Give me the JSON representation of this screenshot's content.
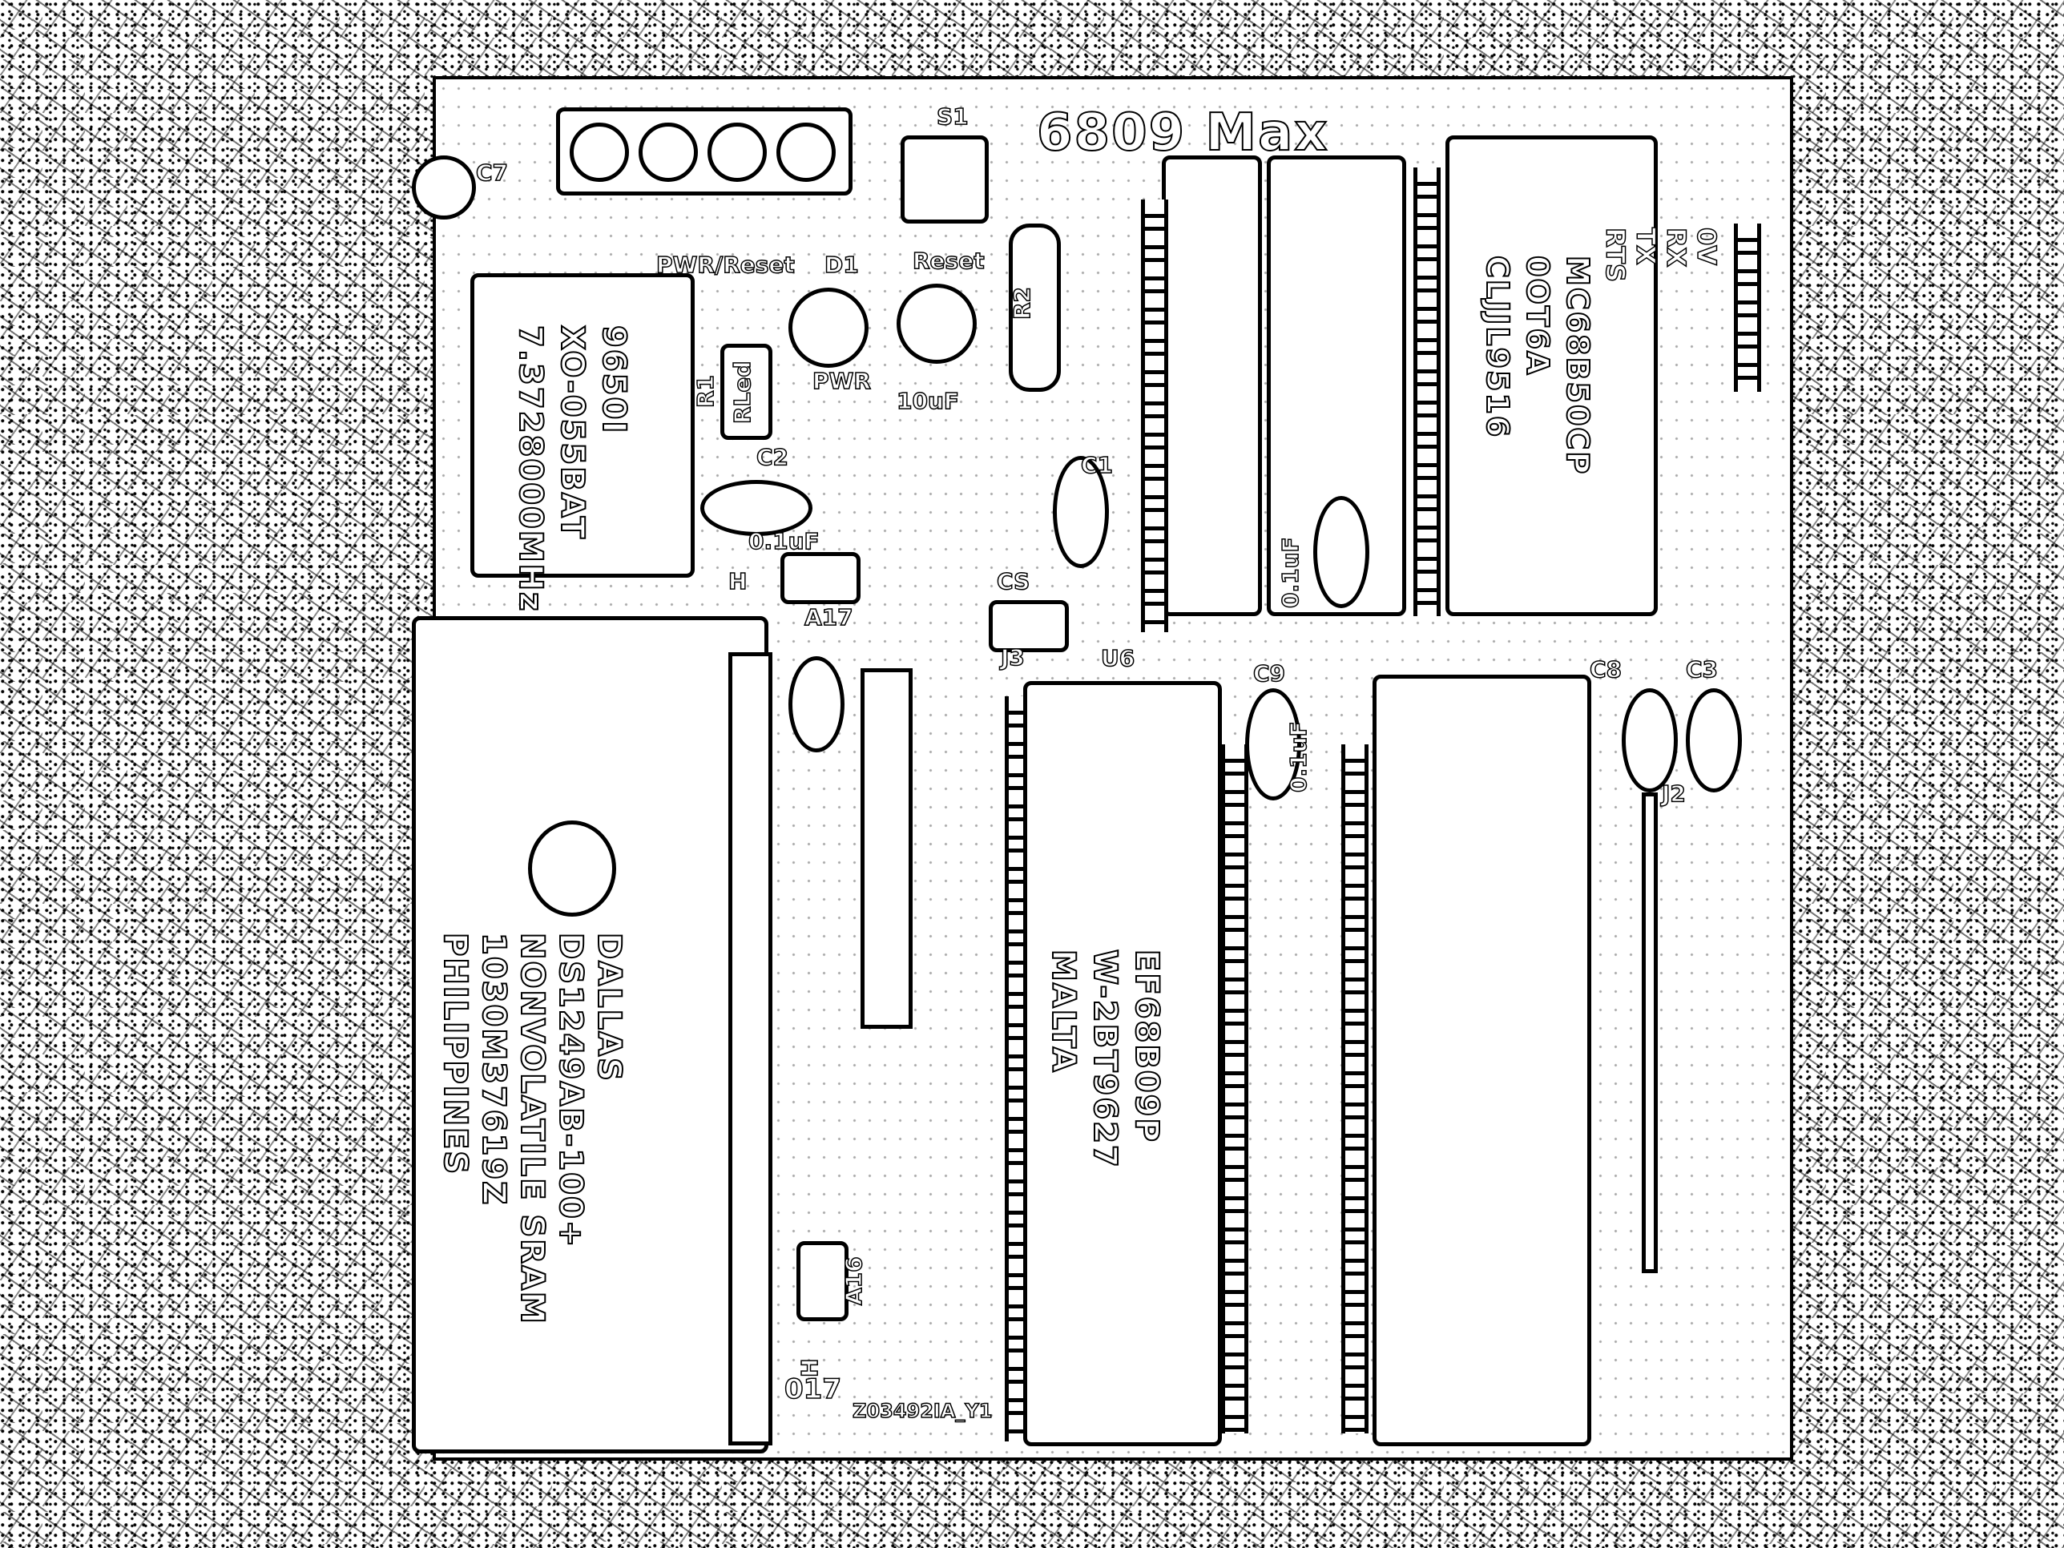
{
  "board": {
    "title": "6809 Max",
    "labels": {
      "switch": "S1",
      "terminal": "PWR/Reset",
      "diode": "D1",
      "reset": "Reset",
      "resistor2": "R2",
      "pwr": "PWR",
      "cap_10uf": "10uF",
      "resistor1": "R1",
      "r1_value": "RLed",
      "c7": "C7",
      "c2": "C2",
      "c2_value": "0.1uF",
      "c1": "C1",
      "jumper_h": "H",
      "a17": "A17",
      "cs": "CS",
      "j3": "J3",
      "u6": "U6",
      "c9": "C9",
      "c9_value": "0.1uF",
      "c8": "C8",
      "c3": "C3",
      "j2": "J2",
      "a16": "A16",
      "h2": "H",
      "bottom_code": "017",
      "bottom_serial": "Z03492IA_Y1",
      "serial_header": "0V RX TX RTS",
      "cap_u_value": "0.1uF"
    },
    "crystal": [
      "9650I",
      "XO-055BAT",
      "7.3728000MHz"
    ],
    "sram": [
      "DALLAS",
      "DS1249AB-100+",
      "NONVOLATILE SRAM",
      "1030M37619Z",
      "PHILIPPINES"
    ],
    "cpu": [
      "EF68B09P",
      "W-2BT9627",
      "MALTA"
    ],
    "acia": [
      "MC68B50CP",
      "0OT6A",
      "CLJJL9516"
    ]
  }
}
